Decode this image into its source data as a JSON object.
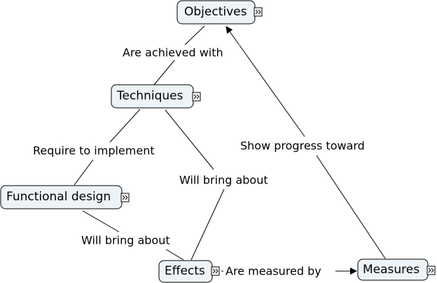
{
  "concepts": {
    "objectives": "Objectives",
    "techniques": "Techniques",
    "functional_design": "Functional design",
    "effects": "Effects",
    "measures": "Measures"
  },
  "links": {
    "are_achieved_with": "Are achieved with",
    "require_to_implement": "Require to implement",
    "will_bring_about_1": "Will bring about",
    "will_bring_about_2": "Will bring about",
    "show_progress_toward": "Show progress toward",
    "are_measured_by": "Are measured by"
  },
  "icons": {
    "expand": "expand-icon"
  }
}
